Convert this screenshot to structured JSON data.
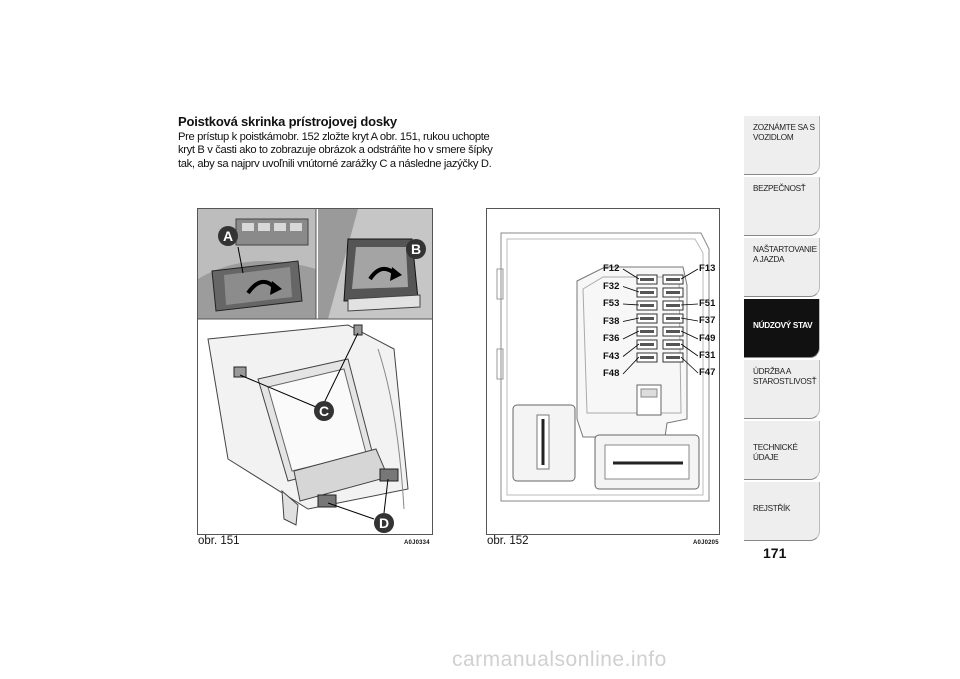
{
  "section": {
    "heading": "Poistková skrinka prístrojovej dosky",
    "paragraph_lines": [
      "Pre prístup k poistkámobr. 152 zložte kryt A obr. 151, rukou uchopte",
      "kryt B v časti ako to zobrazuje obrázok a odstráňte ho v smere šípky",
      "tak, aby sa najprv uvoľnili vnútorné zarážky C a následne jazýčky D."
    ]
  },
  "figure151": {
    "caption": "obr. 151",
    "code": "A0J0334",
    "callouts": [
      "A",
      "B",
      "C",
      "D"
    ]
  },
  "figure152": {
    "caption": "obr. 152",
    "code": "A0J0205",
    "left_fuses": [
      "F12",
      "F32",
      "F53",
      "F38",
      "F36",
      "F43",
      "F48"
    ],
    "right_fuses": [
      "F13",
      "F51",
      "F37",
      "F49",
      "F31",
      "F47"
    ]
  },
  "sidebar": {
    "tabs": [
      "ZOZNÁMTE SA S VOZIDLOM",
      "BEZPEČNOSŤ",
      "NAŠTARTOVANIE A JAZDA",
      "NÚDZOVÝ STAV",
      "ÚDRŽBA A STAROSTLIVOSŤ",
      "TECHNICKÉ ÚDAJE",
      "REJSTŘÍK"
    ],
    "active_index": 3
  },
  "page_number": "171",
  "watermark": "carmanualsonline.info"
}
